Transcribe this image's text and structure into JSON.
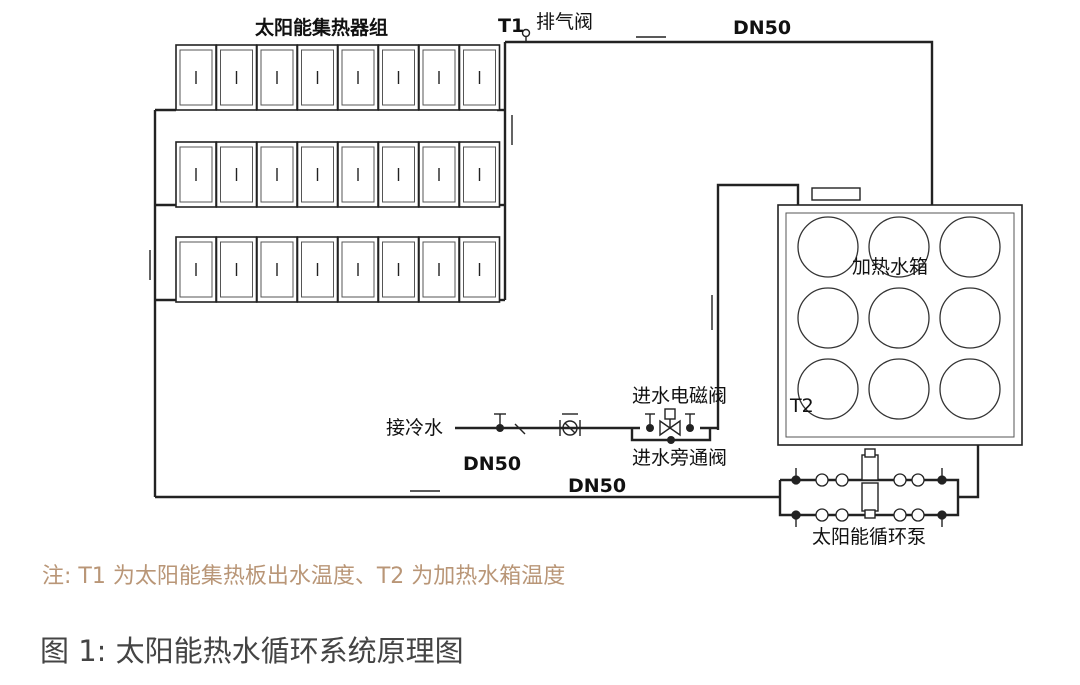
{
  "labels": {
    "collector_group": "太阳能集热器组",
    "t1": "T1",
    "exhaust_valve": "排气阀",
    "dn50_top": "DN50",
    "tank": "加热水箱",
    "t2": "T2",
    "inlet_solenoid": "进水电磁阀",
    "cold_water": "接冷水",
    "dn50_inlet": "DN50",
    "inlet_bypass": "进水旁通阀",
    "dn50_bottom": "DN50",
    "pump": "太阳能循环泵"
  },
  "note": "注: T1 为太阳能集热板出水温度、T2 为加热水箱温度",
  "caption": "图 1: 太阳能热水循环系统原理图",
  "colors": {
    "note": "#b99677",
    "caption": "#444444",
    "line": "#222222"
  }
}
